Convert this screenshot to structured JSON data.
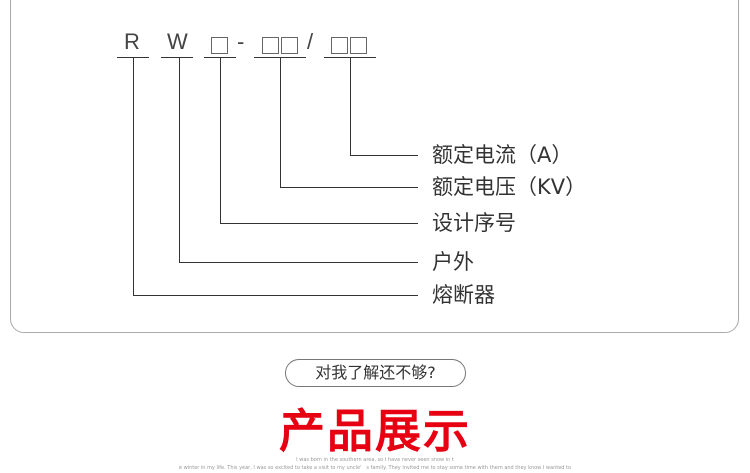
{
  "code": {
    "r": "R",
    "w": "W",
    "dash": "-",
    "slash": "/"
  },
  "labels": [
    "额定电流（A）",
    "额定电压（KV）",
    "设计序号",
    "户外",
    "熔断器"
  ],
  "pill": "对我了解还不够?",
  "title": "产品展示",
  "small_text": [
    "I was born in the southern area, so I have never seen snow in t",
    "e winter in my life. This year, I was so excited to take a visit to my uncle'　s family. They invited me to stay some time with them and they know I wanted to"
  ],
  "colors": {
    "accent": "#e60012"
  }
}
